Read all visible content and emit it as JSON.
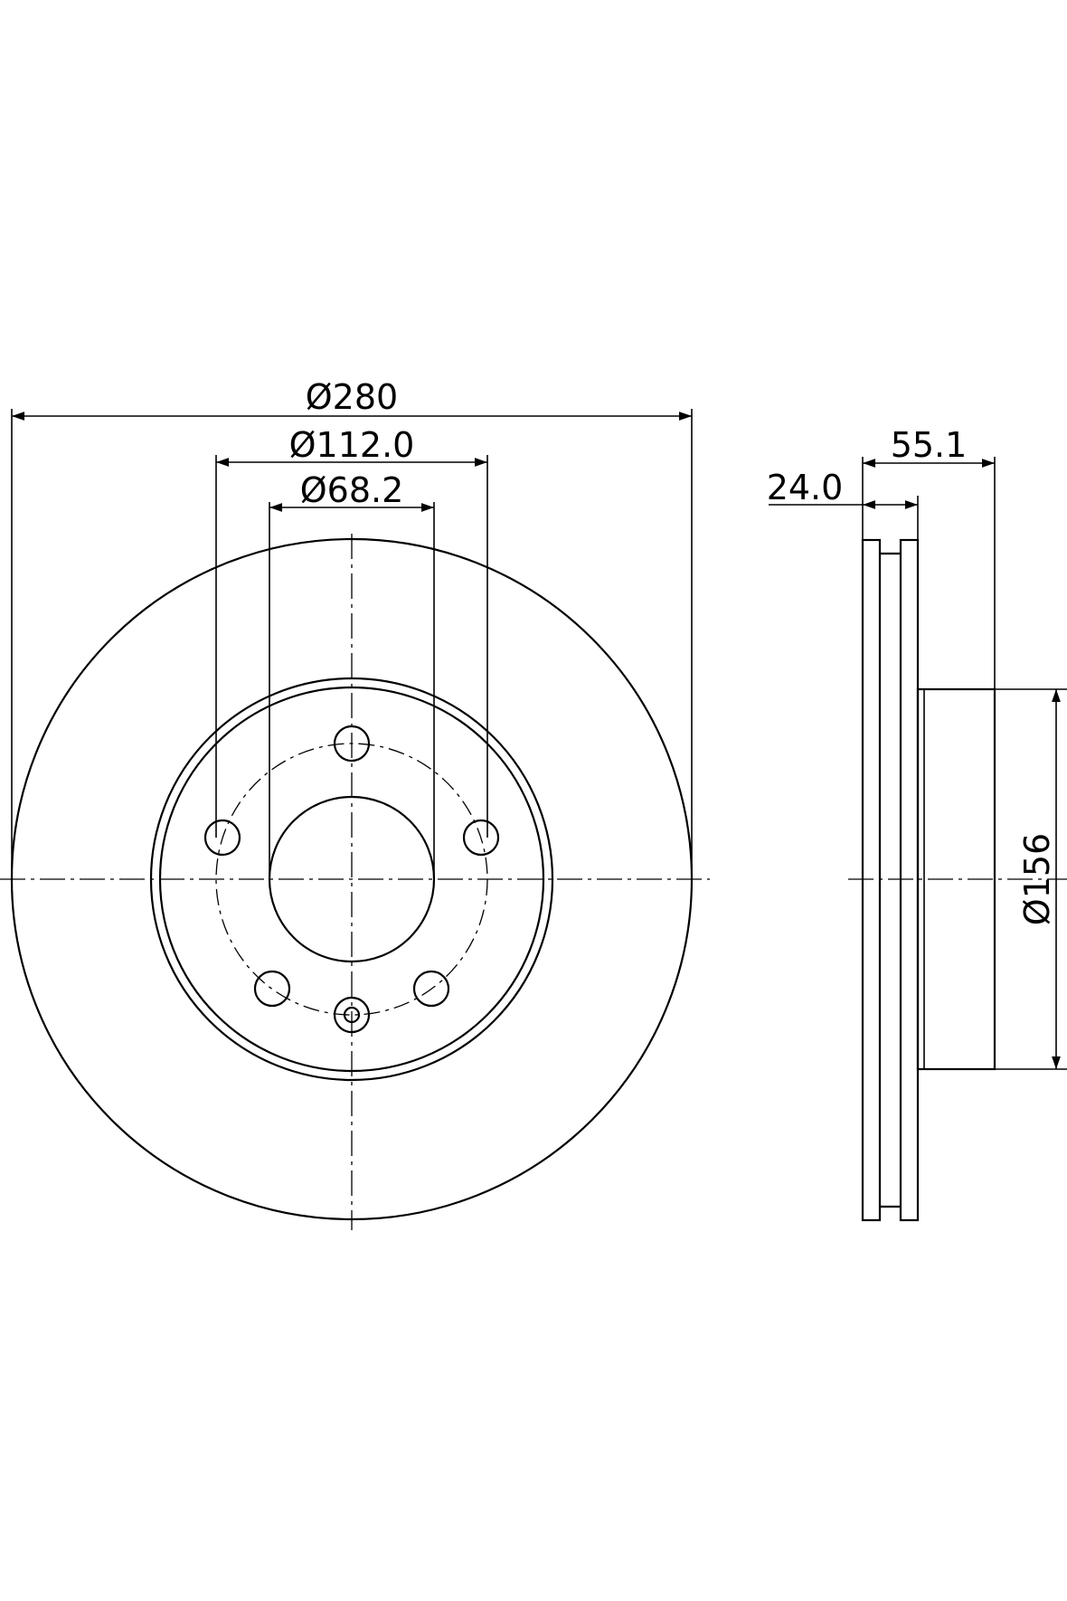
{
  "dimensions": {
    "outer_diameter": "Ø280",
    "bolt_circle": "Ø112.0",
    "center_bore": "Ø68.2",
    "total_height": "55.1",
    "thickness": "24.0",
    "hub_diameter": "Ø156"
  }
}
